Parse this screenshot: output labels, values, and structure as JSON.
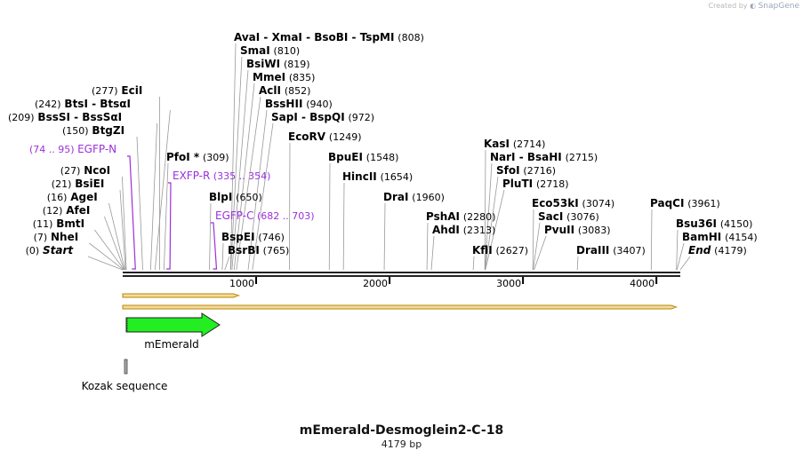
{
  "credit": {
    "created_by": "Created by",
    "brand": "SnapGene"
  },
  "title": "mEmerald-Desmoglein2-C-18",
  "length_label": "4179 bp",
  "colors": {
    "backbone": "#222222",
    "primer": "#9b30d9",
    "feature_green": "#22ee22",
    "orf_fill": "#f3dc9a",
    "orf_stroke": "#b8860b",
    "site_line": "#999999"
  },
  "ruler": {
    "ticks": [
      "1000",
      "2000",
      "3000",
      "4000"
    ]
  },
  "sites": [
    {
      "name": "Start",
      "pos": "(0)",
      "bp": 0,
      "italic": true
    },
    {
      "name": "NheI",
      "pos": "(7)",
      "bp": 7
    },
    {
      "name": "BmtI",
      "pos": "(11)",
      "bp": 11
    },
    {
      "name": "AfeI",
      "pos": "(12)",
      "bp": 12
    },
    {
      "name": "AgeI",
      "pos": "(16)",
      "bp": 16
    },
    {
      "name": "BsiEI",
      "pos": "(21)",
      "bp": 21
    },
    {
      "name": "NcoI",
      "pos": "(27)",
      "bp": 27
    },
    {
      "name": "BtgZI",
      "pos": "(150)",
      "bp": 150
    },
    {
      "name": "BssSI  -  BssSαI",
      "pos": "(209)",
      "bp": 209
    },
    {
      "name": "BtsI  -  BtsαI",
      "pos": "(242)",
      "bp": 242
    },
    {
      "name": "EciI",
      "pos": "(277)",
      "bp": 277
    },
    {
      "name": "PfoI *",
      "pos": "(309)",
      "bp": 309
    },
    {
      "name": "AvaI  -  XmaI  -  BsoBI  -  TspMI",
      "pos": "(808)",
      "bp": 808
    },
    {
      "name": "SmaI",
      "pos": "(810)",
      "bp": 810
    },
    {
      "name": "BsiWI",
      "pos": "(819)",
      "bp": 819
    },
    {
      "name": "MmeI",
      "pos": "(835)",
      "bp": 835
    },
    {
      "name": "AclI",
      "pos": "(852)",
      "bp": 852
    },
    {
      "name": "BssHII",
      "pos": "(940)",
      "bp": 940
    },
    {
      "name": "SapI  -  BspQI",
      "pos": "(972)",
      "bp": 972
    },
    {
      "name": "BlpI",
      "pos": "(650)",
      "bp": 650
    },
    {
      "name": "BspEI",
      "pos": "(746)",
      "bp": 746
    },
    {
      "name": "BsrBI",
      "pos": "(765)",
      "bp": 765
    },
    {
      "name": "EcoRV",
      "pos": "(1249)",
      "bp": 1249
    },
    {
      "name": "BpuEI",
      "pos": "(1548)",
      "bp": 1548
    },
    {
      "name": "HincII",
      "pos": "(1654)",
      "bp": 1654
    },
    {
      "name": "DraI",
      "pos": "(1960)",
      "bp": 1960
    },
    {
      "name": "PshAI",
      "pos": "(2280)",
      "bp": 2280
    },
    {
      "name": "AhdI",
      "pos": "(2313)",
      "bp": 2313
    },
    {
      "name": "KflI",
      "pos": "(2627)",
      "bp": 2627
    },
    {
      "name": "KasI",
      "pos": "(2714)",
      "bp": 2714
    },
    {
      "name": "NarI  -  BsaHI",
      "pos": "(2715)",
      "bp": 2715
    },
    {
      "name": "SfoI",
      "pos": "(2716)",
      "bp": 2716
    },
    {
      "name": "PluTI",
      "pos": "(2718)",
      "bp": 2718
    },
    {
      "name": "Eco53kI",
      "pos": "(3074)",
      "bp": 3074
    },
    {
      "name": "SacI",
      "pos": "(3076)",
      "bp": 3076
    },
    {
      "name": "PvuII",
      "pos": "(3083)",
      "bp": 3083
    },
    {
      "name": "DraIII",
      "pos": "(3407)",
      "bp": 3407
    },
    {
      "name": "PaqCI",
      "pos": "(3961)",
      "bp": 3961
    },
    {
      "name": "Bsu36I",
      "pos": "(4150)",
      "bp": 4150
    },
    {
      "name": "BamHI",
      "pos": "(4154)",
      "bp": 4154
    },
    {
      "name": "End",
      "pos": "(4179)",
      "bp": 4179,
      "italic": true
    }
  ],
  "primers": [
    {
      "range": "(74 .. 95)",
      "name": "EGFP-N",
      "start": 74,
      "end": 95
    },
    {
      "range": "",
      "name": "EXFP-R",
      "start": 335,
      "end": 354,
      "range_after": "(335 .. 354)"
    },
    {
      "range": "",
      "name": "EGFP-C",
      "start": 682,
      "end": 703,
      "range_after": "(682 .. 703)"
    }
  ],
  "features": [
    {
      "name": "mEmerald",
      "start": 28,
      "end": 747,
      "type": "cds"
    },
    {
      "name": "Kozak sequence",
      "start": 18,
      "end": 27,
      "type": "misc"
    }
  ],
  "orfs": [
    {
      "start": 0,
      "end": 830
    },
    {
      "start": 0,
      "end": 4110
    }
  ]
}
